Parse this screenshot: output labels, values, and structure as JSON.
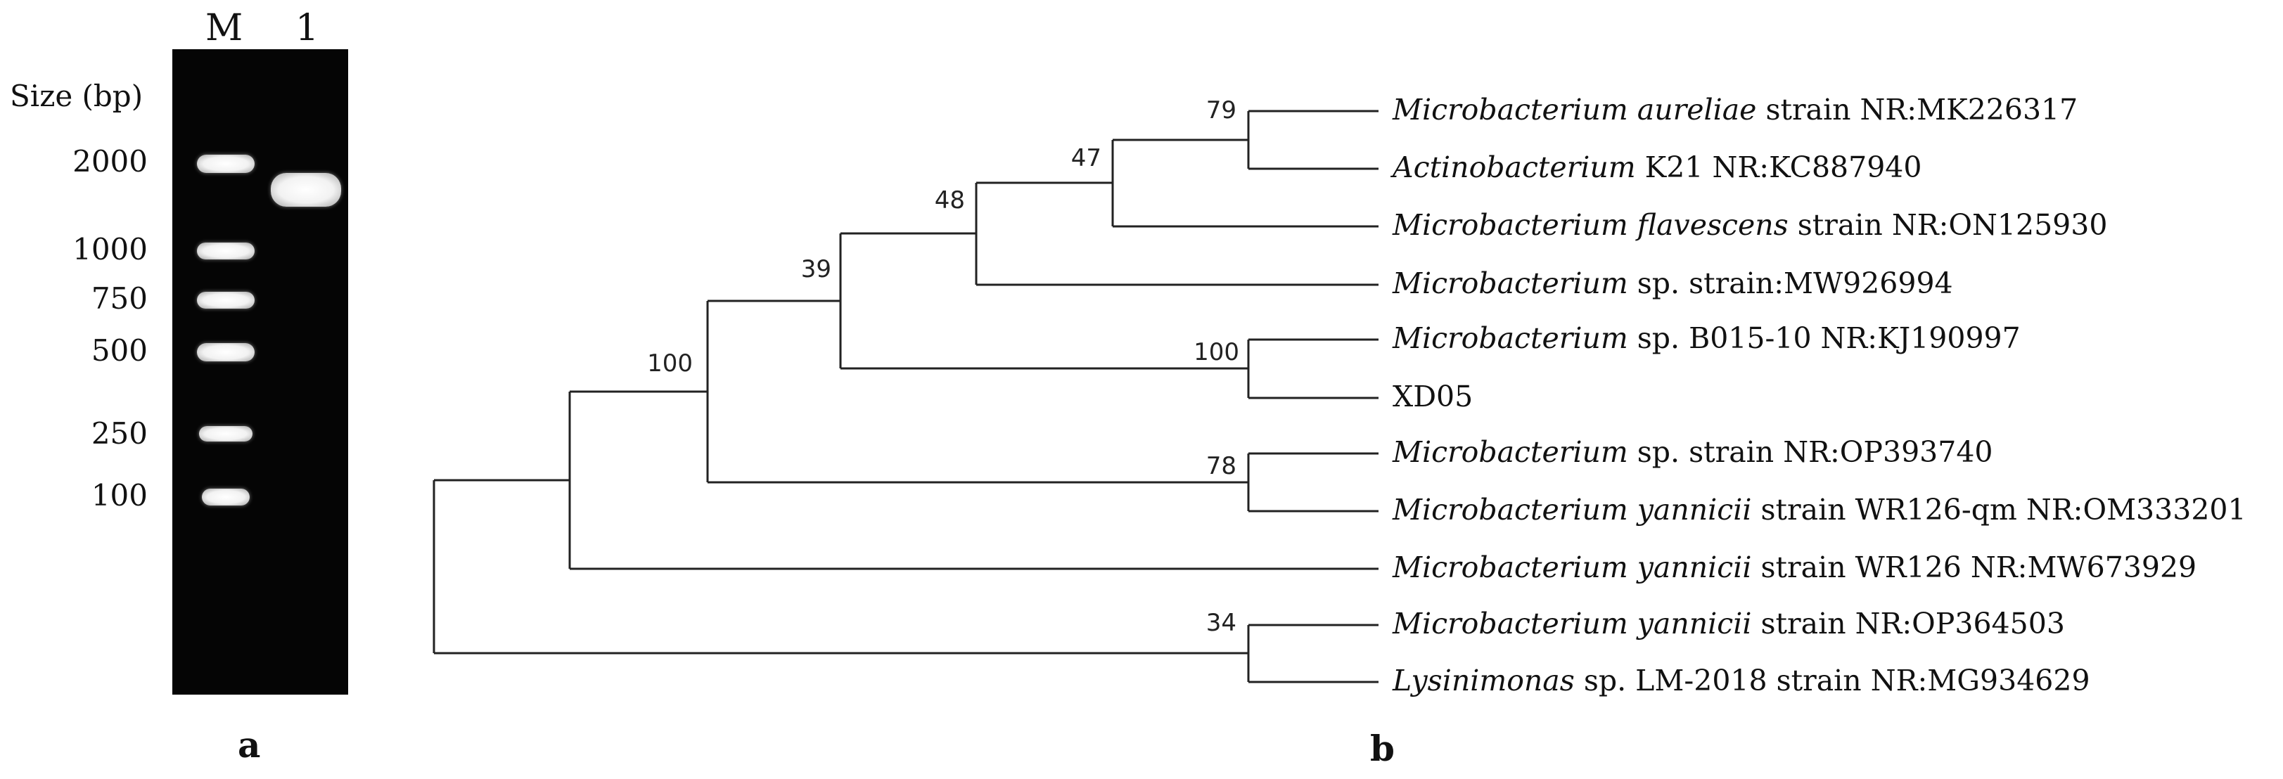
{
  "gel": {
    "lane_labels": [
      "M",
      "1"
    ],
    "size_title": "Size (bp)",
    "marker_sizes": [
      "2000",
      "1000",
      "750",
      "500",
      "250",
      "100"
    ],
    "sample_band_size_bp": 1500,
    "panel_label": "a"
  },
  "tree": {
    "panel_label": "b",
    "bootstrap_values": [
      "79",
      "47",
      "48",
      "39",
      "100",
      "100",
      "78",
      "34"
    ],
    "leaves": [
      {
        "italic": "Microbacterium aureliae",
        "rest": " strain NR:MK226317"
      },
      {
        "italic": "Actinobacterium",
        "rest": " K21 NR:KC887940"
      },
      {
        "italic": "Microbacterium flavescens",
        "rest": " strain NR:ON125930"
      },
      {
        "italic": "Microbacterium",
        "rest": " sp. strain:MW926994"
      },
      {
        "italic": "Microbacterium",
        "rest": " sp. B015-10 NR:KJ190997"
      },
      {
        "italic": "",
        "rest": "XD05"
      },
      {
        "italic": "Microbacterium",
        "rest": " sp. strain NR:OP393740"
      },
      {
        "italic": "Microbacterium yannicii",
        "rest": " strain WR126-qm NR:OM333201"
      },
      {
        "italic": "Microbacterium yannicii",
        "rest": " strain WR126 NR:MW673929"
      },
      {
        "italic": "Microbacterium yannicii",
        "rest": " strain NR:OP364503"
      },
      {
        "italic": "Lysinimonas",
        "rest": " sp. LM-2018 strain NR:MG934629"
      }
    ]
  }
}
